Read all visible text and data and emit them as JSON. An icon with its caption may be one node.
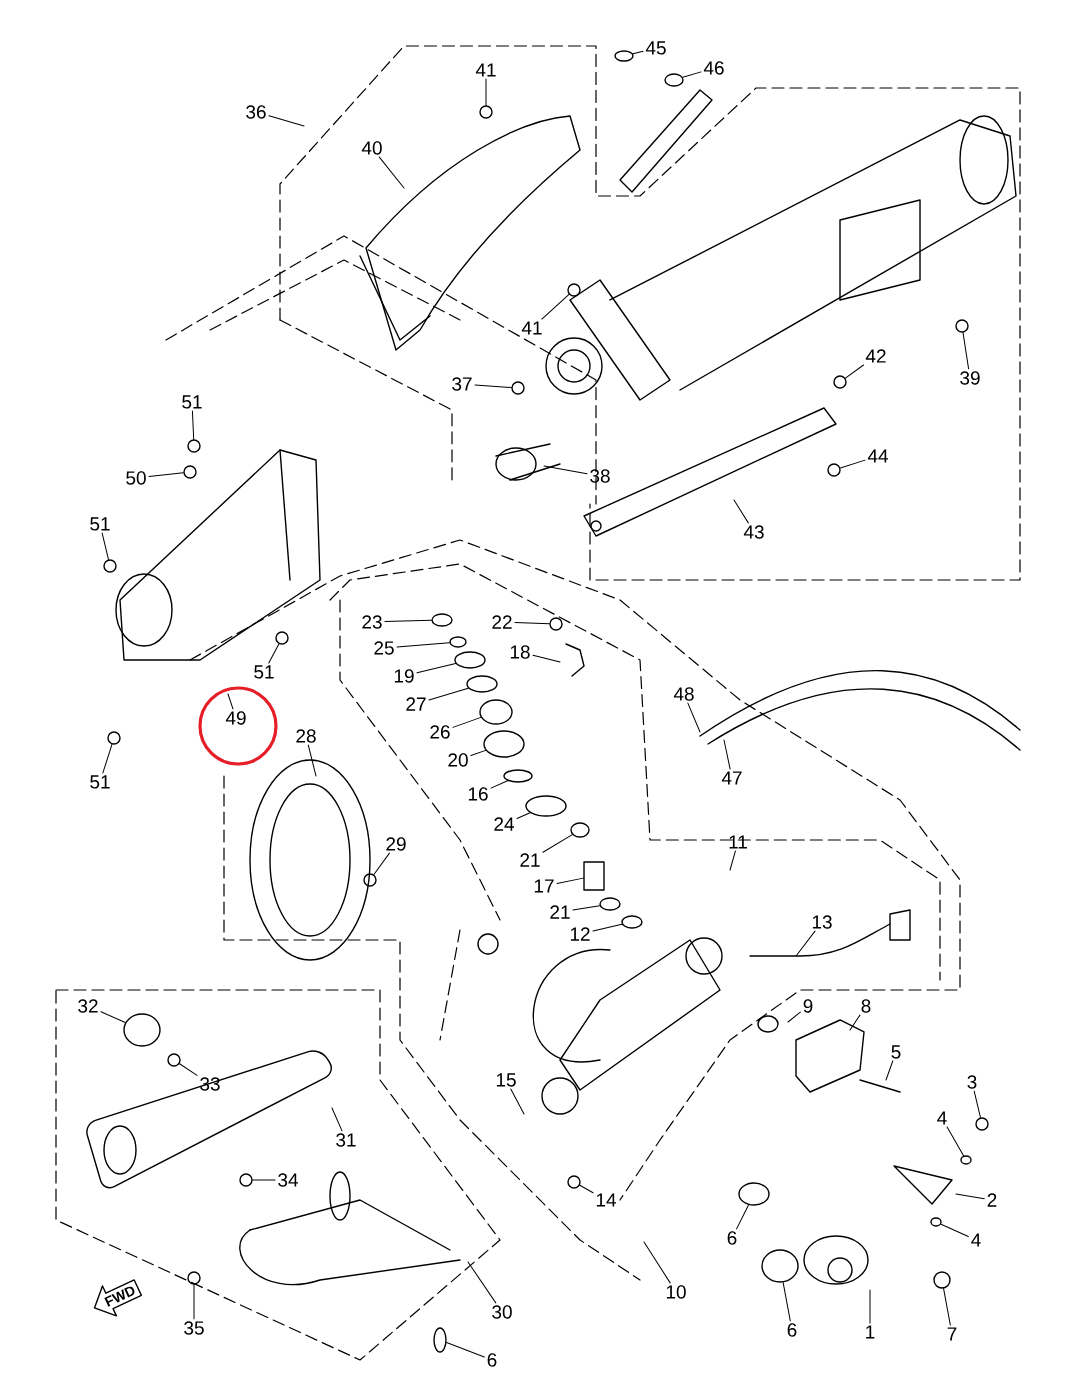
{
  "diagram": {
    "nodes": [
      {
        "text": [
          "45"
        ]
      },
      {
        "text": [
          "46"
        ]
      },
      {
        "text": [
          "41"
        ]
      },
      {
        "text": [
          "36"
        ]
      },
      {
        "text": [
          "40"
        ]
      },
      {
        "text": [
          "41"
        ]
      },
      {
        "text": [
          "42"
        ]
      },
      {
        "text": [
          "39"
        ]
      },
      {
        "text": [
          "37"
        ]
      },
      {
        "text": [
          "51"
        ]
      },
      {
        "text": [
          "44"
        ]
      },
      {
        "text": [
          "38"
        ]
      },
      {
        "text": [
          "50"
        ]
      },
      {
        "text": [
          "51"
        ]
      },
      {
        "text": [
          "43"
        ]
      },
      {
        "text": [
          "23"
        ]
      },
      {
        "text": [
          "22"
        ]
      },
      {
        "text": [
          "25"
        ]
      },
      {
        "text": [
          "18"
        ]
      },
      {
        "text": [
          "19"
        ]
      },
      {
        "text": [
          "51"
        ]
      },
      {
        "text": [
          "48"
        ]
      },
      {
        "text": [
          "27"
        ]
      },
      {
        "text": [
          "49"
        ]
      },
      {
        "text": [
          "26"
        ]
      },
      {
        "text": [
          "28"
        ]
      },
      {
        "text": [
          "20"
        ]
      },
      {
        "text": [
          "47"
        ]
      },
      {
        "text": [
          "51"
        ]
      },
      {
        "text": [
          "16"
        ]
      },
      {
        "text": [
          "24"
        ]
      },
      {
        "text": [
          "11"
        ]
      },
      {
        "text": [
          "29"
        ]
      },
      {
        "text": [
          "21"
        ]
      },
      {
        "text": [
          "17"
        ]
      },
      {
        "text": [
          "21"
        ]
      },
      {
        "text": [
          "12"
        ]
      },
      {
        "text": [
          "13"
        ]
      },
      {
        "text": [
          "32"
        ]
      },
      {
        "text": [
          "9"
        ]
      },
      {
        "text": [
          "8"
        ]
      },
      {
        "text": [
          "5"
        ]
      },
      {
        "text": [
          "15"
        ]
      },
      {
        "text": [
          "33"
        ]
      },
      {
        "text": [
          "3"
        ]
      },
      {
        "text": [
          "4"
        ]
      },
      {
        "text": [
          "31"
        ]
      },
      {
        "text": [
          "34"
        ]
      },
      {
        "text": [
          "2"
        ]
      },
      {
        "text": [
          "14"
        ]
      },
      {
        "text": [
          "6"
        ]
      },
      {
        "text": [
          "4"
        ]
      },
      {
        "text": [
          "10"
        ]
      },
      {
        "text": [
          "FWD"
        ]
      },
      {
        "text": [
          "30"
        ]
      },
      {
        "text": [
          "35"
        ]
      },
      {
        "text": [
          "6"
        ]
      },
      {
        "text": [
          "1"
        ]
      },
      {
        "text": [
          "7"
        ]
      },
      {
        "text": [
          "6"
        ]
      },
      {
        "text": [],
        "shape": "circle"
      },
      {
        "text": [],
        "shape": "circle"
      },
      {
        "text": [],
        "shape": "circle"
      },
      {
        "text": [],
        "shape": "circle"
      },
      {
        "text": [],
        "shape": "circle"
      },
      {
        "text": [],
        "shape": "circle"
      },
      {
        "text": [],
        "shape": "circle"
      },
      {
        "text": [],
        "shape": "circle"
      },
      {
        "text": [],
        "shape": "circle"
      },
      {
        "text": [],
        "shape": "circle"
      },
      {
        "text": [],
        "shape": "circle"
      },
      {
        "text": [],
        "shape": "circle"
      },
      {
        "text": [],
        "shape": "circle"
      },
      {
        "text": [],
        "shape": "circle"
      },
      {
        "text": [],
        "shape": "circle"
      },
      {
        "text": [],
        "shape": "circle"
      },
      {
        "text": [],
        "shape": "circle"
      },
      {
        "text": [],
        "shape": "circle"
      },
      {
        "text": [],
        "shape": "circle"
      },
      {
        "text": [],
        "shape": "circle"
      },
      {
        "text": [],
        "shape": "circle"
      },
      {
        "text": [],
        "shape": "circle"
      },
      {
        "text": [],
        "shape": "circle"
      },
      {
        "text": [],
        "shape": "circle"
      },
      {
        "text": [],
        "shape": "box"
      },
      {
        "text": [],
        "shape": "circle"
      },
      {
        "text": [],
        "shape": "circle"
      },
      {
        "text": [],
        "shape": "circle"
      },
      {
        "text": [],
        "shape": "circle"
      },
      {
        "text": [],
        "shape": "circle"
      },
      {
        "text": [],
        "shape": "circle"
      },
      {
        "text": [],
        "shape": "circle"
      },
      {
        "text": [],
        "shape": "circle"
      },
      {
        "text": [],
        "shape": "circle"
      },
      {
        "text": [],
        "shape": "circle"
      },
      {
        "text": [],
        "shape": "circle"
      },
      {
        "text": [],
        "shape": "circle"
      },
      {
        "text": [],
        "shape": "circle"
      },
      {
        "text": [],
        "shape": "circle"
      }
    ],
    "edges": [
      {
        "from": 0,
        "to": 60,
        "arrow": "none"
      },
      {
        "from": 1,
        "to": 61,
        "arrow": "none"
      },
      {
        "from": 2,
        "to": 62,
        "arrow": "none"
      },
      {
        "from": 3,
        "to": null,
        "arrow": "none"
      },
      {
        "from": 4,
        "to": null,
        "arrow": "none"
      },
      {
        "from": 5,
        "to": 63,
        "arrow": "none"
      },
      {
        "from": 6,
        "to": 64,
        "arrow": "none"
      },
      {
        "from": 7,
        "to": 65,
        "arrow": "none"
      },
      {
        "from": 8,
        "to": 66,
        "arrow": "none"
      },
      {
        "from": 9,
        "to": 67,
        "arrow": "none"
      },
      {
        "from": 10,
        "to": 68,
        "arrow": "none"
      },
      {
        "from": 11,
        "to": null,
        "arrow": "none"
      },
      {
        "from": 12,
        "to": 69,
        "arrow": "none"
      },
      {
        "from": 13,
        "to": 70,
        "arrow": "none"
      },
      {
        "from": 14,
        "to": null,
        "arrow": "none"
      },
      {
        "from": 15,
        "to": 71,
        "arrow": "none"
      },
      {
        "from": 16,
        "to": 72,
        "arrow": "none"
      },
      {
        "from": 17,
        "to": 73,
        "arrow": "none"
      },
      {
        "from": 18,
        "to": null,
        "arrow": "none"
      },
      {
        "from": 19,
        "to": 74,
        "arrow": "none"
      },
      {
        "from": 20,
        "to": 75,
        "arrow": "none"
      },
      {
        "from": 21,
        "to": null,
        "arrow": "none"
      },
      {
        "from": 22,
        "to": 76,
        "arrow": "none"
      },
      {
        "from": 23,
        "to": null,
        "arrow": "none"
      },
      {
        "from": 24,
        "to": 77,
        "arrow": "none"
      },
      {
        "from": 25,
        "to": null,
        "arrow": "none"
      },
      {
        "from": 26,
        "to": 78,
        "arrow": "none"
      },
      {
        "from": 27,
        "to": null,
        "arrow": "none"
      },
      {
        "from": 28,
        "to": 79,
        "arrow": "none"
      },
      {
        "from": 29,
        "to": 80,
        "arrow": "none"
      },
      {
        "from": 30,
        "to": 81,
        "arrow": "none"
      },
      {
        "from": 31,
        "to": null,
        "arrow": "none"
      },
      {
        "from": 32,
        "to": 82,
        "arrow": "none"
      },
      {
        "from": 33,
        "to": 83,
        "arrow": "none"
      },
      {
        "from": 34,
        "to": 84,
        "arrow": "none"
      },
      {
        "from": 35,
        "to": 85,
        "arrow": "none"
      },
      {
        "from": 36,
        "to": 86,
        "arrow": "none"
      },
      {
        "from": 37,
        "to": null,
        "arrow": "none"
      },
      {
        "from": 38,
        "to": 98,
        "arrow": "none"
      },
      {
        "from": 39,
        "to": null,
        "arrow": "none"
      },
      {
        "from": 40,
        "to": null,
        "arrow": "none"
      },
      {
        "from": 41,
        "to": null,
        "arrow": "none"
      },
      {
        "from": 42,
        "to": null,
        "arrow": "none"
      },
      {
        "from": 43,
        "to": 87,
        "arrow": "none"
      },
      {
        "from": 44,
        "to": 88,
        "arrow": "none"
      },
      {
        "from": 45,
        "to": 89,
        "arrow": "none"
      },
      {
        "from": 46,
        "to": null,
        "arrow": "none"
      },
      {
        "from": 47,
        "to": 90,
        "arrow": "none"
      },
      {
        "from": 48,
        "to": null,
        "arrow": "none"
      },
      {
        "from": 49,
        "to": 92,
        "arrow": "none"
      },
      {
        "from": 50,
        "to": 93,
        "arrow": "none"
      },
      {
        "from": 51,
        "to": 91,
        "arrow": "none"
      },
      {
        "from": 52,
        "to": null,
        "arrow": "none"
      },
      {
        "from": 54,
        "to": null,
        "arrow": "none"
      },
      {
        "from": 55,
        "to": 94,
        "arrow": "none"
      },
      {
        "from": 56,
        "to": 95,
        "arrow": "none"
      },
      {
        "from": 57,
        "to": null,
        "arrow": "none"
      },
      {
        "from": 58,
        "to": 96,
        "arrow": "none"
      },
      {
        "from": 59,
        "to": 97,
        "arrow": "none"
      }
    ]
  }
}
